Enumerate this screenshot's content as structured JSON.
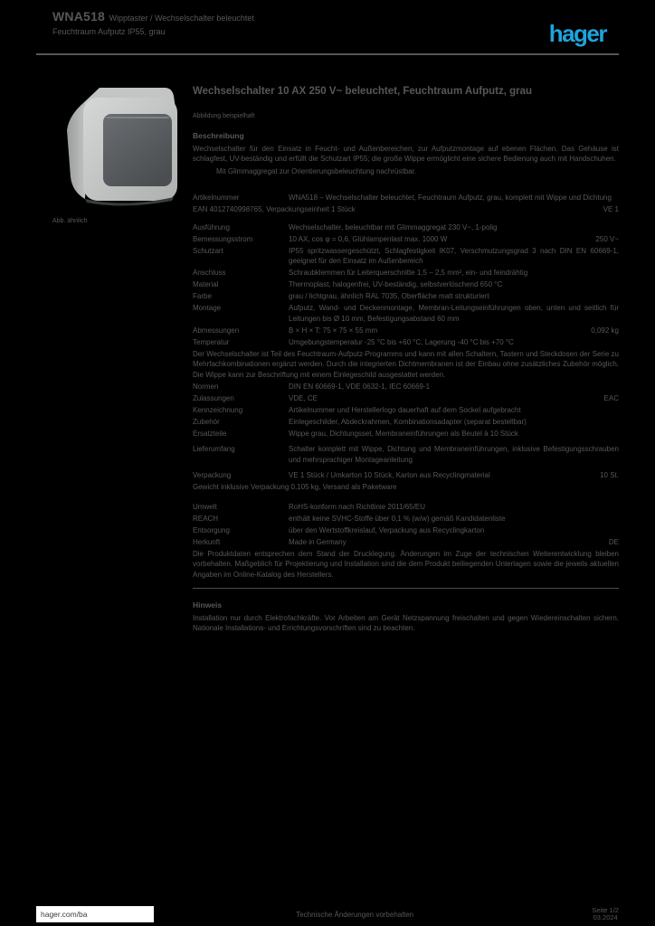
{
  "colors": {
    "page_bg": "#000000",
    "text": "#56575B",
    "accent_blue": "#1FA3DC",
    "footer_box": "#FFFFFF",
    "rule": "#55565A"
  },
  "header": {
    "ref_bold": "WNA518",
    "ref_rest": "Wipptaster / Wechselschalter beleuchtet",
    "ref_line2": "Feuchtraum Aufputz IP55, grau",
    "logo_text": "hager"
  },
  "product": {
    "photo_name": "weatherproof-surface-switch",
    "photo_caption": "Abb. ähnlich"
  },
  "title": "Wechselschalter 10 AX 250 V~ beleuchtet, Feuchtraum Aufputz, grau",
  "title_caption": "Abbildung beispielhaft",
  "sections": {
    "description": {
      "heading": "Beschreibung",
      "paragraph": "Wechselschalter für den Einsatz in Feucht- und Außenbereichen, zur Aufputzmontage auf ebenen Flächen. Das Gehäuse ist schlagfest, UV-beständig und erfüllt die Schutzart IP55; die große Wippe ermöglicht eine sichere Bedienung auch mit Handschuhen.",
      "note": "Mit Glimmaggregat zur Orientierungsbeleuchtung nachrüstbar."
    },
    "article": {
      "rows": [
        {
          "l": "Artikelnummer",
          "v": "WNA518 – Wechselschalter beleuchtet, Feuchtraum Aufputz, grau, komplett mit Wippe und Dichtung"
        },
        {
          "v": "EAN 4012740998765, Verpackungseinheit 1 Stück",
          "r": "VE 1"
        }
      ]
    },
    "tech": {
      "rows": [
        {
          "l": "Ausführung",
          "v": "Wechselschalter, beleuchtbar mit Glimmaggregat 230 V~, 1-polig"
        },
        {
          "l": "Bemessungsstrom",
          "v": "10 AX, cos φ = 0,6, Glühlampenlast max. 1000 W",
          "r": "250 V~"
        },
        {
          "l": "Schutzart",
          "v": "IP55 spritzwassergeschützt, Schlagfestigkeit IK07, Verschmutzungsgrad 3 nach DIN EN 60669-1, geeignet für den Einsatz im Außenbereich"
        },
        {
          "l": "Anschluss",
          "v": "Schraubklemmen für Leiterquerschnitte 1,5 – 2,5 mm², ein- und feindrähtig"
        },
        {
          "l": "Material",
          "v": "Thermoplast, halogenfrei, UV-beständig, selbstverlöschend 650 °C"
        },
        {
          "l": "Farbe",
          "v": "grau / lichtgrau, ähnlich RAL 7035, Oberfläche matt strukturiert"
        },
        {
          "l": "Montage",
          "v": "Aufputz, Wand- und Deckenmontage, Membran-Leitungseinführungen oben, unten und seitlich für Leitungen bis Ø 10 mm, Befestigungsabstand 60 mm"
        },
        {
          "l": "Abmessungen",
          "v": "B × H × T: 75 × 75 × 55 mm",
          "r": "0,092 kg"
        },
        {
          "l": "Temperatur",
          "v": "Umgebungstemperatur -25 °C bis +60 °C, Lagerung -40 °C bis +70 °C"
        },
        {
          "v": "Der Wechselschalter ist Teil des Feuchtraum-Aufputz-Programms und kann mit allen Schaltern, Tastern und Steckdosen der Serie zu Mehrfachkombinationen ergänzt werden. Durch die integrierten Dichtmembranen ist der Einbau ohne zusätzliches Zubehör möglich. Die Wippe kann zur Beschriftung mit einem Einlegeschild ausgestattet werden."
        },
        {
          "l": "Normen",
          "v": "DIN EN 60669-1, VDE 0632-1, IEC 60669-1"
        },
        {
          "l": "Zulassungen",
          "v": "VDE, CE",
          "r": "EAC"
        },
        {
          "l": "Kennzeichnung",
          "v": "Artikelnummer und Herstellerlogo dauerhaft auf dem Sockel aufgebracht"
        },
        {
          "l": "Zubehör",
          "v": "Einlegeschilder, Abdeckrahmen, Kombinationsadapter (separat bestellbar)"
        },
        {
          "l": "Ersatzteile",
          "v": "Wippe grau, Dichtungsset, Membraneinführungen als Beutel à 10 Stück"
        }
      ]
    },
    "supply": {
      "rows": [
        {
          "l": "Lieferumfang",
          "v": "Schalter komplett mit Wippe, Dichtung und Membraneinführungen, inklusive Befestigungsschrauben und mehrsprachiger Montageanleitung"
        }
      ]
    },
    "packaging": {
      "rows": [
        {
          "l": "Verpackung",
          "v": "VE 1 Stück / Umkarton 10 Stück, Karton aus Recyclingmaterial",
          "r": "10 St."
        },
        {
          "v": "Gewicht inklusive Verpackung 0,105 kg, Versand als Paketware"
        }
      ]
    },
    "environment": {
      "rows": [
        {
          "l": "Umwelt",
          "v": "RoHS-konform nach Richtlinie 2011/65/EU"
        },
        {
          "l": "REACH",
          "v": "enthält keine SVHC-Stoffe über 0,1 % (w/w) gemäß Kandidatenliste"
        },
        {
          "l": "Entsorgung",
          "v": "über den Wertstoffkreislauf, Verpackung aus Recyclingkarton"
        },
        {
          "l": "Herkunft",
          "v": "Made in Germany",
          "r": "DE"
        },
        {
          "v": "Die Produktdaten entsprechen dem Stand der Drucklegung. Änderungen im Zuge der technischen Weiterentwicklung bleiben vorbehalten. Maßgeblich für Projektierung und Installation sind die dem Produkt beiliegenden Unterlagen sowie die jeweils aktuellen Angaben im Online-Katalog des Herstellers."
        }
      ]
    },
    "notice": {
      "heading": "Hinweis",
      "paragraph": "Installation nur durch Elektrofachkräfte. Vor Arbeiten am Gerät Netzspannung freischalten und gegen Wiedereinschalten sichern. Nationale Installations- und Errichtungsvorschriften sind zu beachten."
    }
  },
  "footer": {
    "link": "hager.com/ba",
    "center": "Technische Änderungen vorbehalten",
    "right_line1": "Seite 1/2",
    "right_line2": "03.2024"
  }
}
